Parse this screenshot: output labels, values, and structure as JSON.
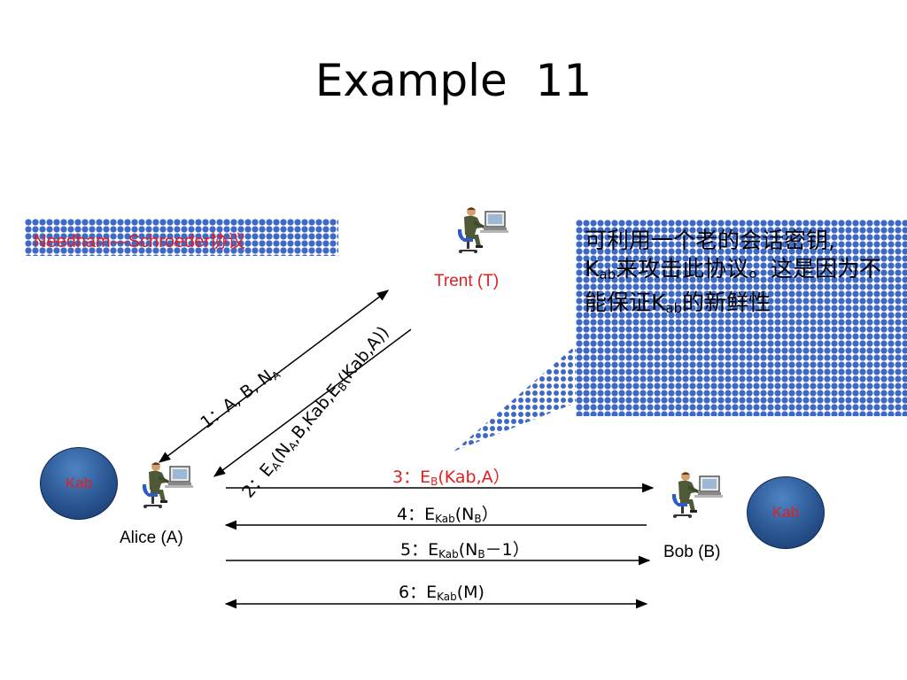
{
  "title": "Example  11",
  "protocol_label": "Needham—Schroeder协议",
  "note": {
    "part1": "可利用一个老的会话密钥,",
    "k1": "K",
    "k1_sub": "ab",
    "part2": "来攻击此协议。这是因为不能保证",
    "k2": "K",
    "k2_sub": "ab",
    "part3": "的新鲜性"
  },
  "actors": {
    "trent": "Trent (T)",
    "alice": "Alice (A)",
    "bob": "Bob (B)"
  },
  "key_bubbles": {
    "alice": "Kab",
    "bob": "Kab"
  },
  "messages": {
    "m1": {
      "prefix": "1：A, B, N",
      "sub": "A"
    },
    "m2": {
      "p1": "2：E",
      "s1": "A",
      "p2": "(N",
      "s2": "A",
      "p3": ",B,Kab,E",
      "s3": "B",
      "p4": "(Kab,A))"
    },
    "m3": {
      "p1": "3：E",
      "s1": "B",
      "p2": "(Kab,A）"
    },
    "m4": {
      "p1": "4：E",
      "s1": "Kab",
      "p2": "(N",
      "s2": "B",
      "p3": "）"
    },
    "m5": {
      "p1": "5：E",
      "s1": "Kab",
      "p2": "(N",
      "s2": "B",
      "p3": "－1）"
    },
    "m6": {
      "p1": "6：E",
      "s1": "Kab",
      "p2": "(M)"
    }
  },
  "colors": {
    "highlight": "#e02020",
    "pattern": "#3f69c7",
    "text": "#000000"
  },
  "icons": [
    "person-at-computer-icon"
  ]
}
